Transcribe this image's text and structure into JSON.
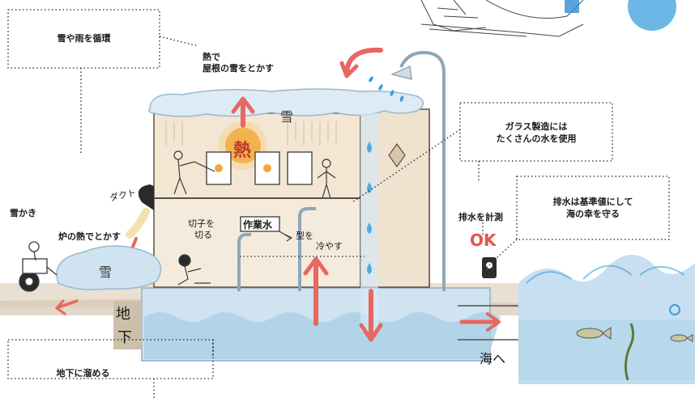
{
  "labels": {
    "rain_snow_cycle": "雪や雨を循環",
    "roof_heat_line1": "熱で",
    "roof_heat_line2": "屋根の雪をとかす",
    "glass_water_line1": "ガラス製造には",
    "glass_water_line2": "たくさんの水を使用",
    "drain_line1": "排水は基準値にして",
    "drain_line2": "海の幸を守る",
    "measure": "排水を計測",
    "snow_removal": "雪かき",
    "furnace_melt": "炉の熱でとかす",
    "store_underground": "地下に溜める"
  },
  "handwritten": {
    "duct": "ダクト",
    "roof_snow": "雪",
    "heat": "熱",
    "yard_snow": "雪",
    "kiriko_line1": "切子を",
    "kiriko_line2": "切る",
    "work_water": "作業水",
    "mold_cool_line1": "型を",
    "mold_cool_line2": "冷やす",
    "ok": "OK",
    "underground_1": "地",
    "underground_2": "下",
    "to_sea": "海へ"
  },
  "colors": {
    "arrow_red": "#e8675f",
    "water_blue": "#9cc8e3",
    "deep_blue": "#3aa0dd",
    "snow": "#dcebf4",
    "wood": "#efe2cf",
    "ink": "#3a3a3a",
    "heat_orange": "#f3a63b",
    "ok_red": "#e2574c"
  }
}
